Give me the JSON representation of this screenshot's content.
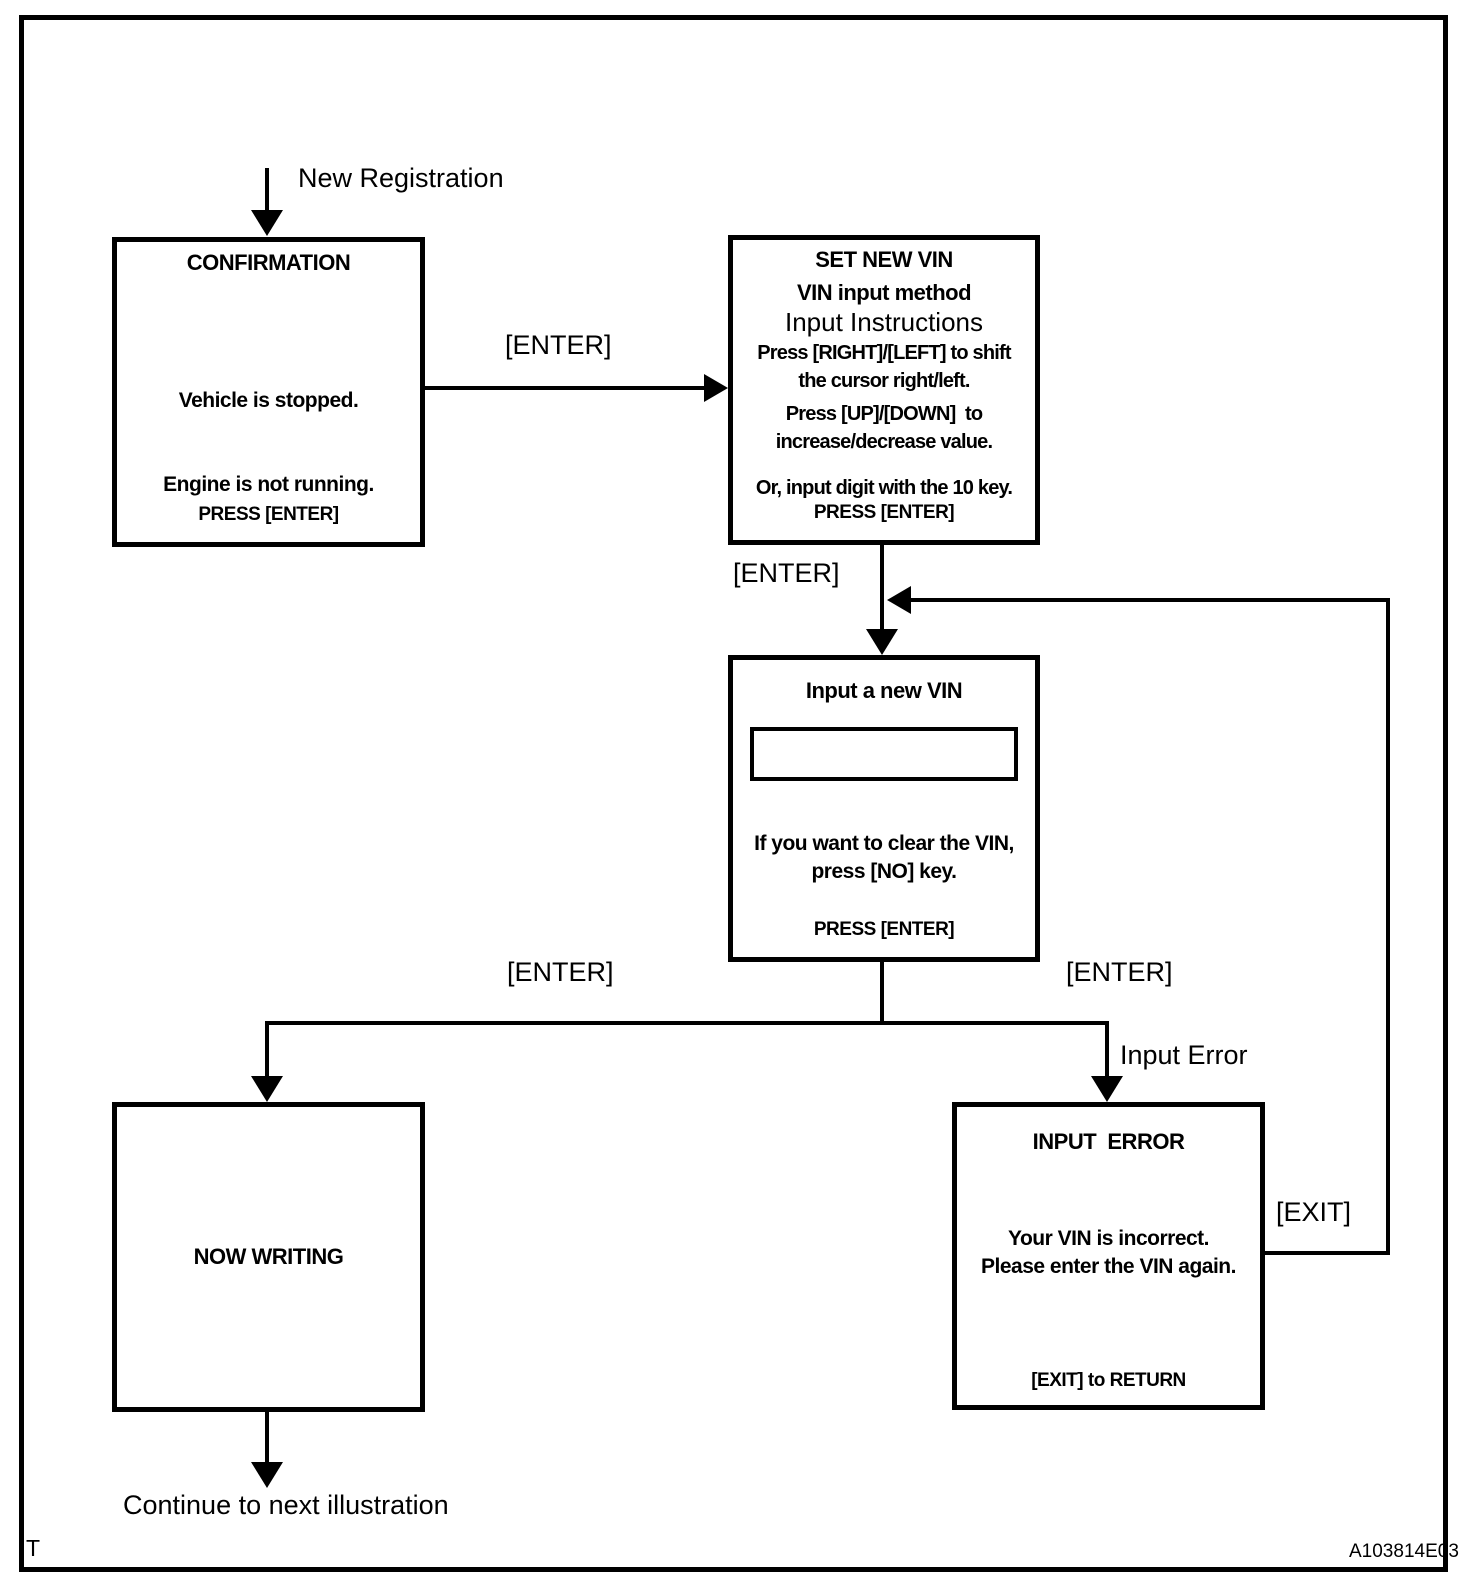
{
  "page": {
    "footer_left": "T",
    "footer_right": "A103814E03"
  },
  "labels": {
    "entry": "New Registration",
    "enter_confirm_to_set": "[ENTER]",
    "enter_set_to_input": "[ENTER]",
    "enter_left_branch": "[ENTER]",
    "enter_right_branch": "[ENTER]",
    "input_error": "Input Error",
    "exit": "[EXIT]",
    "continue": "Continue to next illustration"
  },
  "boxes": {
    "confirmation": {
      "title": "CONFIRMATION",
      "body_line1": "Vehicle is stopped.",
      "body_line2": "Engine is not running.",
      "footer": "PRESS [ENTER]"
    },
    "set_new_vin": {
      "title": "SET NEW VIN",
      "subtitle": "VIN input method",
      "heading": "Input Instructions",
      "line1": "Press [RIGHT]/[LEFT] to shift",
      "line2": "the cursor right/left.",
      "line3": "Press [UP]/[DOWN]  to",
      "line4": "increase/decrease value.",
      "line5": "Or, input digit with the 10 key.",
      "footer": "PRESS [ENTER]"
    },
    "input_new_vin": {
      "title": "Input a new VIN",
      "vin_field_value": "",
      "body_line1": "If you want to clear the VIN,",
      "body_line2": "press [NO] key.",
      "footer": "PRESS [ENTER]"
    },
    "now_writing": {
      "title": "NOW WRITING"
    },
    "input_error": {
      "title": "INPUT  ERROR",
      "body_line1": "Your VIN is incorrect.",
      "body_line2": "Please enter the VIN again.",
      "footer": "[EXIT] to RETURN"
    }
  }
}
